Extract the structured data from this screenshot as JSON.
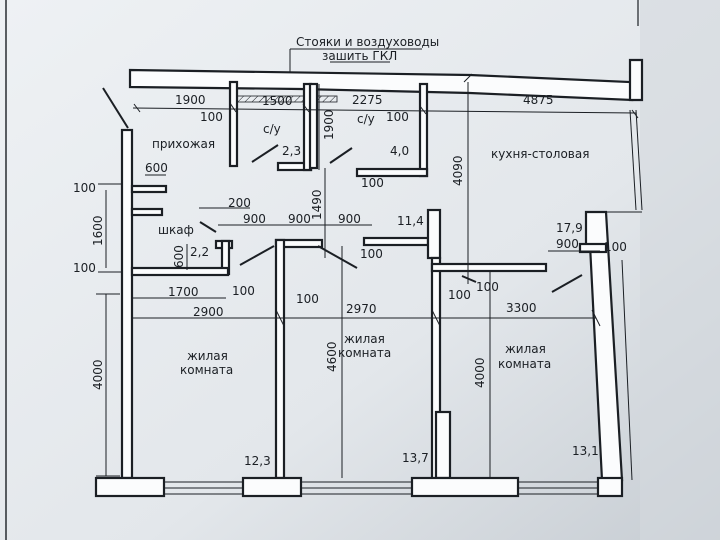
{
  "note": {
    "line1": "Стояки и воздуховоды",
    "line2": "зашить ГКЛ"
  },
  "rooms": {
    "hallway": "прихожая",
    "bath1": "с/у",
    "bath2": "с/у",
    "kitchen": "кухня-столовая",
    "closet": "шкаф",
    "living1_line1": "жилая",
    "living1_line2": "комната",
    "living2_line1": "жилая",
    "living2_line2": "комната",
    "living3_line1": "жилая",
    "living3_line2": "комната"
  },
  "areas": {
    "bath1": "2,3",
    "bath2": "4,0",
    "corridor": "11,4",
    "kitchen": "17,9",
    "closet": "2,2",
    "living1": "12,3",
    "living2": "13,7",
    "living3": "13,1"
  },
  "dims": {
    "top_1900": "1900",
    "top_1500": "1500",
    "top_2275": "2275",
    "top_4875": "4875",
    "bath1_100": "100",
    "bath1_v1900": "1900",
    "bath2_100": "100",
    "bath1_bottom_100": "100",
    "kitchen_v4090": "4090",
    "hall_600": "600",
    "left_100a": "100",
    "left_v1600": "1600",
    "closet_200": "200",
    "corr_v1490": "1490",
    "corr_900a": "900",
    "corr_900b": "900",
    "corr_900c": "900",
    "kitchen_900": "900",
    "kitchen_100": "100",
    "closet_v600": "600",
    "left_100b": "100",
    "corr_100a": "100",
    "living3_door_100": "100",
    "closet_1700": "1700",
    "closet_100": "100",
    "liv1_wall_100": "100",
    "liv2_wall_100": "100",
    "width_2900": "2900",
    "width_2970": "2970",
    "width_3300": "3300",
    "liv1_v4000": "4000",
    "liv2_v4600": "4600",
    "liv3_v4000": "4000"
  }
}
